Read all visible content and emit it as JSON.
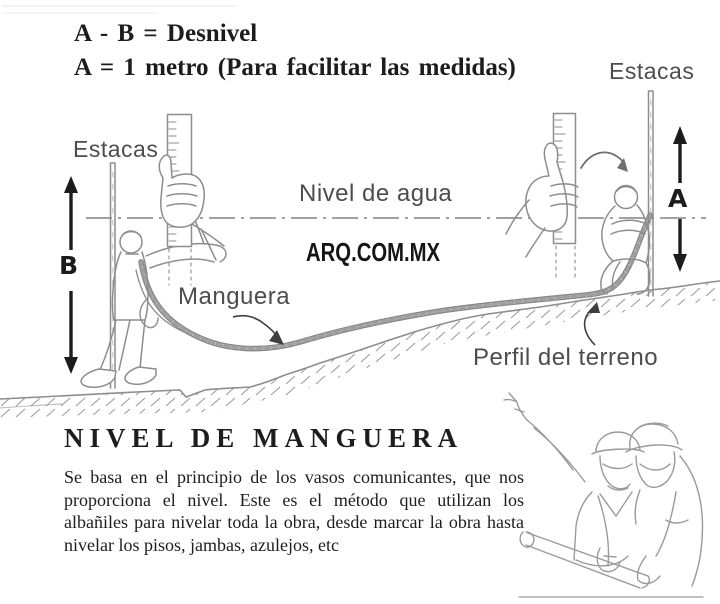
{
  "colors": {
    "ink": "#1c1c1c",
    "label": "#4d4d4d",
    "line": "#8d8d8d",
    "bg": "#ffffff"
  },
  "header": {
    "formula_line1": "A - B = Desnivel",
    "formula_line2": "A = 1 metro (Para facilitar las medidas)"
  },
  "diagram": {
    "estacas_left": "Estacas",
    "estacas_right": "Estacas",
    "nivel_de_agua": "Nivel de agua",
    "watermark": "ARQ.COM.MX",
    "manguera": "Manguera",
    "perfil_del_terreno": "Perfil del terreno",
    "measure_a": "A",
    "measure_b": "B"
  },
  "article": {
    "title": "NIVEL DE MANGUERA",
    "body": "Se basa en el principio de los vasos comunicantes, que nos proporciona el nivel. Este es el método que utilizan los albañiles para nivelar toda la obra, desde marcar la obra hasta nivelar los pisos, jambas, azulejos, etc"
  }
}
